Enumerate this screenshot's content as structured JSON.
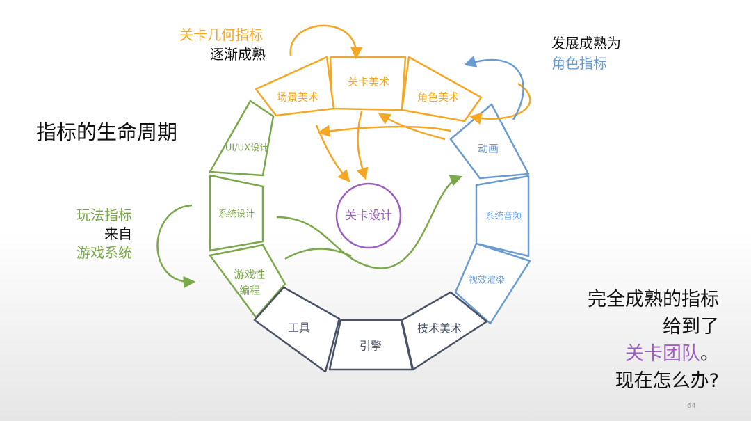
{
  "slide": {
    "title": "指标的生命周期",
    "page_number": "64"
  },
  "colors": {
    "orange": "#f5a623",
    "green": "#7aa84a",
    "blue": "#6a9bd1",
    "slate": "#4a5266",
    "purple": "#9b5fc0"
  },
  "annotations": {
    "level_geo_line1": "关卡几何指标",
    "level_geo_line2": "逐渐成熟",
    "mature_line1": "发展成熟为",
    "mature_line2": "角色指标",
    "play_line1": "玩法指标",
    "play_line2": "来自",
    "play_line3": "游戏系统",
    "final_line1": "完全成熟的指标",
    "final_line2": "给到了",
    "final_line3a": "关卡团队",
    "final_line3b": "。",
    "final_line4": "现在怎么办?"
  },
  "segments": {
    "level_art": "关卡美术",
    "scene_art": "场景美术",
    "char_art": "角色美术",
    "ui_ux": "UI/UX设计",
    "animation": "动画",
    "system_design": "系统设计",
    "system_audio": "系统音频",
    "gameplay_prog_l1": "游戏性",
    "gameplay_prog_l2": "编程",
    "visual_render": "视效渲染",
    "tools": "工具",
    "engine": "引擎",
    "tech_art": "技术美术"
  },
  "center": {
    "label": "关卡设计"
  }
}
